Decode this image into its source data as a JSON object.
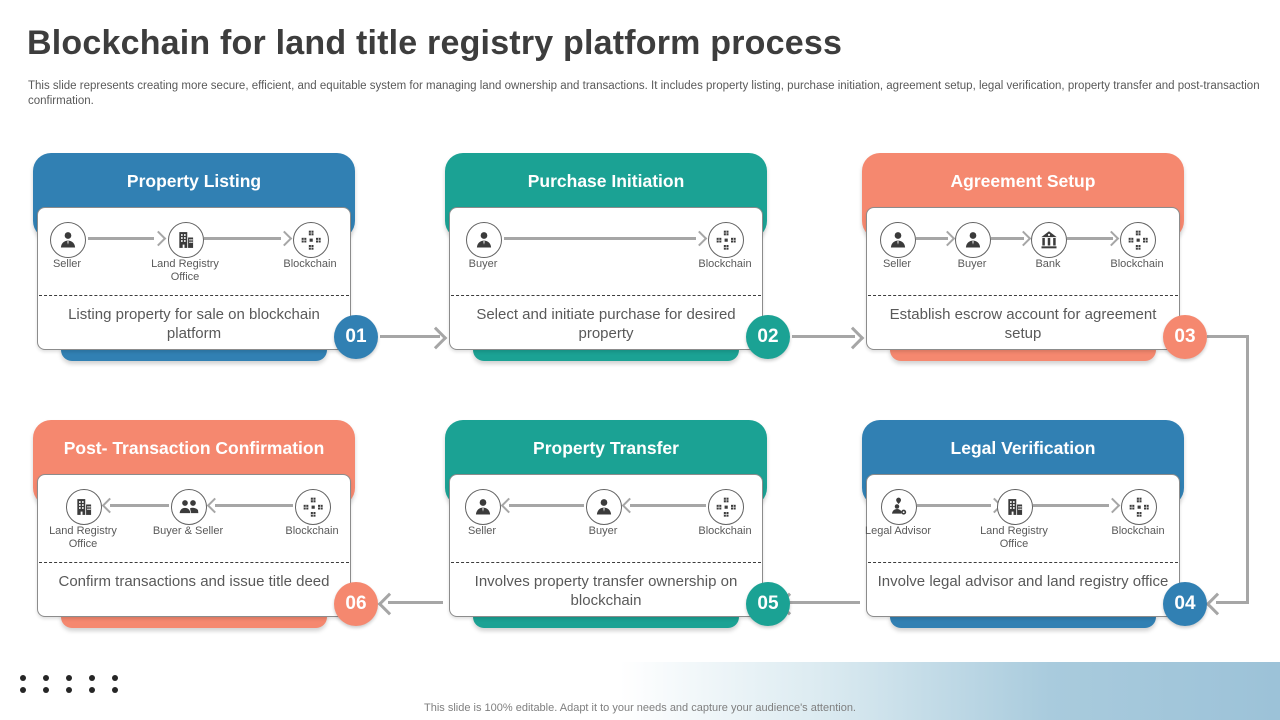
{
  "slide": {
    "title": "Blockchain for land title registry platform process",
    "subtitle": "This slide represents creating more secure, efficient, and equitable system for managing land ownership and transactions. It includes property listing, purchase initiation, agreement setup, legal verification, property transfer and post-transaction confirmation.",
    "footer": "This slide is 100% editable. Adapt it to your needs and capture your audience's attention."
  },
  "colors": {
    "blue": "#3180b3",
    "teal": "#1ba294",
    "coral": "#f5886f",
    "arrow": "#a6a6a6"
  },
  "cards": [
    {
      "number": "01",
      "title": "Property Listing",
      "color": "blue",
      "desc": "Listing property for sale on blockchain platform",
      "flow_direction": "right",
      "icons": [
        {
          "icon": "person-icon",
          "label": "Seller"
        },
        {
          "icon": "building-icon",
          "label": "Land Registry Office"
        },
        {
          "icon": "blockchain-icon",
          "label": "Blockchain"
        }
      ]
    },
    {
      "number": "02",
      "title": "Purchase Initiation",
      "color": "teal",
      "desc": "Select and initiate purchase for desired property",
      "flow_direction": "right",
      "icons": [
        {
          "icon": "person-icon",
          "label": "Buyer"
        },
        {
          "icon": "blockchain-icon",
          "label": "Blockchain"
        }
      ]
    },
    {
      "number": "03",
      "title": "Agreement Setup",
      "color": "coral",
      "desc": "Establish escrow account for agreement setup",
      "flow_direction": "right",
      "icons": [
        {
          "icon": "person-icon",
          "label": "Seller"
        },
        {
          "icon": "person-icon",
          "label": "Buyer"
        },
        {
          "icon": "bank-icon",
          "label": "Bank"
        },
        {
          "icon": "blockchain-icon",
          "label": "Blockchain"
        }
      ]
    },
    {
      "number": "04",
      "title": "Legal Verification",
      "color": "blue",
      "desc": "Involve legal advisor and land registry office",
      "flow_direction": "right",
      "icons": [
        {
          "icon": "legal-advisor-icon",
          "label": "Legal Advisor"
        },
        {
          "icon": "building-icon",
          "label": "Land Registry Office"
        },
        {
          "icon": "blockchain-icon",
          "label": "Blockchain"
        }
      ]
    },
    {
      "number": "05",
      "title": "Property Transfer",
      "color": "teal",
      "desc": "Involves property transfer ownership on blockchain",
      "flow_direction": "left",
      "icons": [
        {
          "icon": "person-icon",
          "label": "Seller"
        },
        {
          "icon": "person-icon",
          "label": "Buyer"
        },
        {
          "icon": "blockchain-icon",
          "label": "Blockchain"
        }
      ]
    },
    {
      "number": "06",
      "title": "Post- Transaction Confirmation",
      "color": "coral",
      "desc": "Confirm transactions and issue title deed",
      "flow_direction": "left",
      "icons": [
        {
          "icon": "building-icon",
          "label": "Land Registry Office"
        },
        {
          "icon": "two-people-icon",
          "label": "Buyer & Seller"
        },
        {
          "icon": "blockchain-icon",
          "label": "Blockchain"
        }
      ]
    }
  ]
}
